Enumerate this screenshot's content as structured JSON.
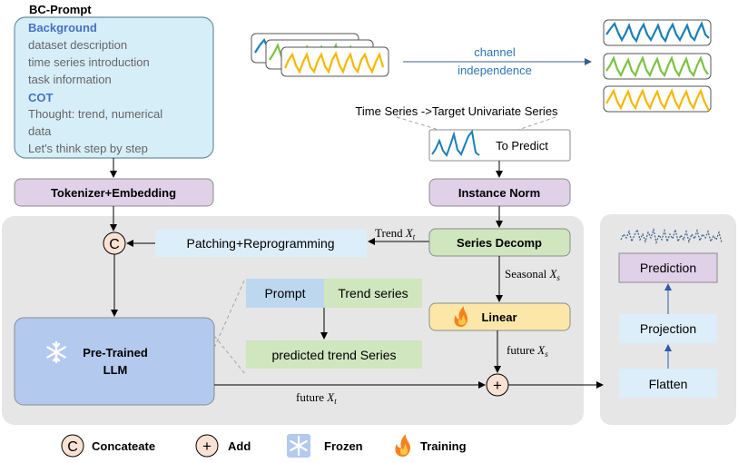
{
  "bc_prompt": {
    "heading": "BC-Prompt",
    "background_title": "Background",
    "background_lines": [
      "dataset description",
      "time series introduction",
      "task information"
    ],
    "cot_title": "COT",
    "cot_lines": [
      "Thought: trend, numerical",
      "data",
      "Let's think step by step"
    ]
  },
  "blocks": {
    "tokenizer": "Tokenizer+Embedding",
    "instance_norm": "Instance Norm",
    "series_decomp": "Series Decomp",
    "linear": "Linear",
    "patching": "Patching+Reprogramming",
    "llm_line1": "Pre-Trained",
    "llm_line2": "LLM",
    "prompt": "Prompt",
    "trend_series": "Trend series",
    "predicted_trend": "predicted trend Series",
    "to_predict": "To Predict",
    "prediction": "Prediction",
    "projection": "Projection",
    "flatten": "Flatten"
  },
  "labels": {
    "channel_line1": "channel",
    "channel_line2": "independence",
    "target_univariate": "Time Series ->Target Univariate Series",
    "trend": "Trend",
    "seasonal": "Seasonal",
    "future": "future",
    "concat_symbol": "C",
    "add_symbol": "+"
  },
  "legend": [
    {
      "symbol": "C",
      "label": "Concateate",
      "icon": "concat-icon"
    },
    {
      "symbol": "+",
      "label": "Add",
      "icon": "add-icon"
    },
    {
      "symbol": "",
      "label": "Frozen",
      "icon": "snowflake-icon"
    },
    {
      "symbol": "",
      "label": "Training",
      "icon": "flame-icon"
    }
  ],
  "colors": {
    "prompt_box": "#d6eef8",
    "purple_block": "#e0d0e8",
    "green_block": "#cfe6bf",
    "linear_block": "#fde7a8",
    "llm_block": "#b3c9ee",
    "light_blue": "#dceefa",
    "panel": "#e6e6e6",
    "series_blue": "#1a7fb8",
    "series_green": "#7dc242",
    "series_yellow": "#f5b800",
    "accent_blue": "#4472c4"
  }
}
